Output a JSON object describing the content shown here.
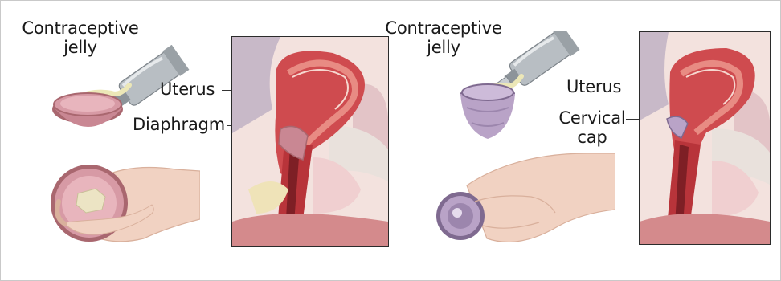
{
  "left": {
    "labels": {
      "jelly_line1": "Contraceptive",
      "jelly_line2": "jelly",
      "uterus": "Uterus",
      "device": "Diaphragm"
    },
    "device_icon": "diaphragm-icon",
    "colors": {
      "device": "#d79aa5",
      "device_dark": "#a9676f"
    }
  },
  "right": {
    "labels": {
      "jelly_line1": "Contraceptive",
      "jelly_line2": "jelly",
      "uterus": "Uterus",
      "device_line1": "Cervical",
      "device_line2": "cap"
    },
    "device_icon": "cervical-cap-icon",
    "colors": {
      "device": "#b9a3c7",
      "device_dark": "#7f6a90"
    }
  },
  "colors": {
    "uterus_muscle": "#cf4b4f",
    "uterus_light": "#e88b83",
    "skin": "#f1d2c2",
    "tube_silver": "#aab0b5",
    "border": "#2b2b2b"
  }
}
